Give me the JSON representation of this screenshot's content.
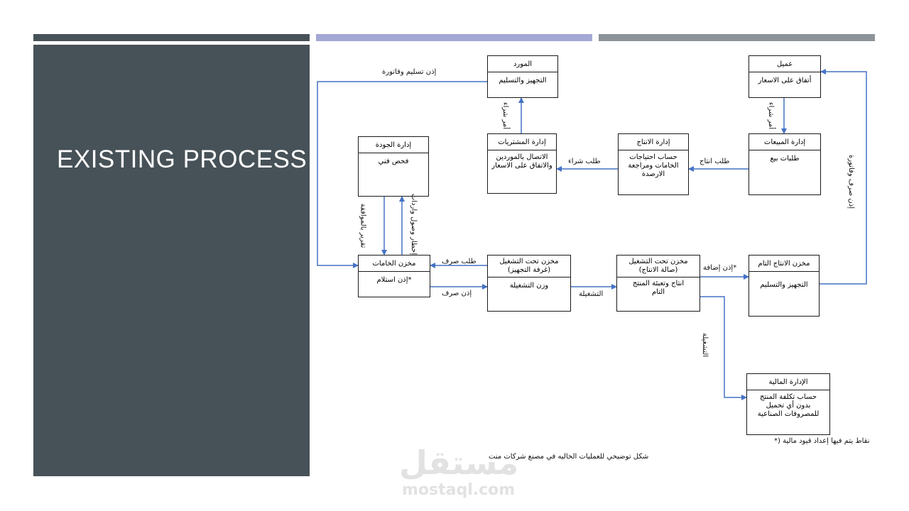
{
  "slide": {
    "title": "EXISTING PROCESS"
  },
  "colors": {
    "panel": "#475258",
    "bar1": "#475258",
    "bar2": "#A3A8D4",
    "bar3": "#8D9499",
    "arrow": "#4472C4"
  },
  "diagram": {
    "boxes": {
      "supplier": {
        "header": "المورد",
        "body": "التجهيز والتسليم"
      },
      "customer": {
        "header": "عميل",
        "body": "أتفاق على الاسعار"
      },
      "quality": {
        "header": "إدارة الجودة",
        "body": "فحص فني"
      },
      "procurement": {
        "header": "إدارة المشتريات",
        "body": "الاتصال بالموردين والاتفاق على الاسعار"
      },
      "production_mgmt": {
        "header": "إدارة الانتاج",
        "body": "حساب احتياجات الخامات ومراجعة الارصدة"
      },
      "sales": {
        "header": "إدارة المبيعات",
        "body": "طلبات بيع"
      },
      "raw_store": {
        "header": "مخزن الخامات",
        "body": "إذن استلام*"
      },
      "wip_prep": {
        "header": "مخزن تحت التشغيل (غرفة التجهيز)",
        "body": "وزن التشغيلة"
      },
      "wip_prod": {
        "header": "مخزن تحت التشغيل (صالة الانتاج)",
        "body": "انتاج وتعبئة المنتج التام"
      },
      "finished_store": {
        "header": "مخزن الانتاج التام",
        "body": "التجهيز والتسليم"
      },
      "finance": {
        "header": "الإدارة المالية",
        "body": "حساب تكلفة المنتج بدون أي تحميل للمصروفات الصناعية"
      }
    },
    "labels": {
      "receipt_invoice": "إذن تسليم وفاتورة",
      "purchase_order": "أمر شراء",
      "purchase_order_2": "أمر شراء",
      "purchase_request": "طلب شراء",
      "production_request": "طلب انتاج",
      "approval_report": "تقرير بالموافقة",
      "arrival_notice": "إخطار وصول واردات",
      "issue_request": "طلب صرف",
      "issue_permit": "إذن صرف",
      "batch": "التشغيلة",
      "addition_permit": "إذن إضافة*",
      "batch_2": "التشغيلة",
      "issue_invoice": "إذن صرف وفاتورة"
    },
    "footnote": "*) نقاط يتم فيها إعداد قيود مالية",
    "caption": "شكل توضيحي للعمليات الحاليه في مصنع شركات منت"
  },
  "watermark": {
    "arabic": "مستقل",
    "latin": "mostaql.com"
  }
}
